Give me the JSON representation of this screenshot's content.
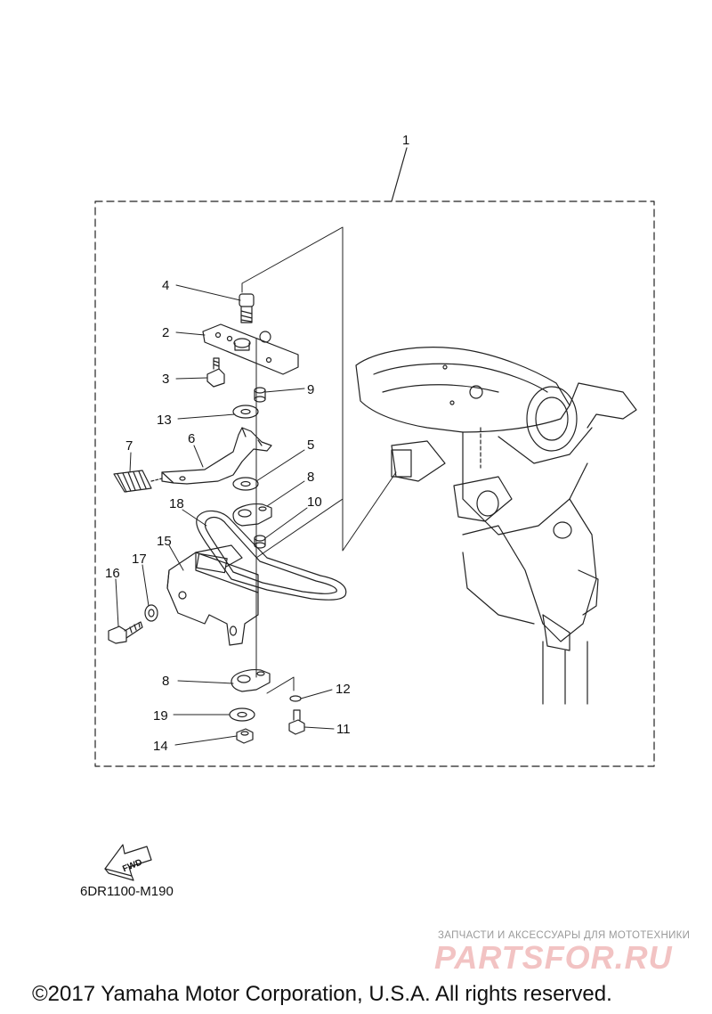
{
  "diagram": {
    "callouts": {
      "c1": "1",
      "c2": "2",
      "c3": "3",
      "c4": "4",
      "c5": "5",
      "c6": "6",
      "c7": "7",
      "c8a": "8",
      "c8b": "8",
      "c9": "9",
      "c10": "10",
      "c11": "11",
      "c12": "12",
      "c13": "13",
      "c14": "14",
      "c15": "15",
      "c16": "16",
      "c17": "17",
      "c18": "18",
      "c19": "19"
    },
    "fwd_label": "FWD",
    "drawing_code": "6DR1100-M190"
  },
  "watermark": {
    "tagline": "ЗАПЧАСТИ И АКСЕССУАРЫ ДЛЯ МОТОТЕХНИКИ",
    "brand": "PARTSFOR.RU"
  },
  "footer": {
    "copyright": "©2017 Yamaha Motor Corporation, U.S.A. All rights reserved."
  },
  "colors": {
    "line": "#222222",
    "watermark_brand": "#f2c3c3",
    "watermark_text": "#9a9a9a"
  }
}
